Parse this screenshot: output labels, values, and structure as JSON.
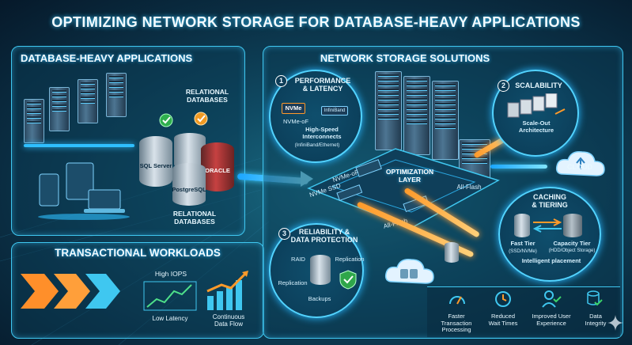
{
  "title": "OPTIMIZING NETWORK STORAGE FOR DATABASE-HEAVY APPLICATIONS",
  "left": {
    "heading": "DATABASE-HEAVY APPLICATIONS",
    "relational_top": "RELATIONAL\nDATABASES",
    "relational_bottom": "RELATIONAL\nDATABASES",
    "db_labels": [
      "SQL Server",
      "ORACLE",
      "PostgreSQL"
    ],
    "workloads": {
      "heading": "TRANSACTIONAL WORKLOADS",
      "high_iops": "High IOPS",
      "low_latency": "Low Latency",
      "continuous": "Continuous\nData Flow"
    }
  },
  "right": {
    "heading": "NETWORK STORAGE SOLUTIONS",
    "perf": {
      "number": "1",
      "title": "PERFORMANCE\n& LATENCY",
      "nvme": "NVMe",
      "infiniband": "InfiniBand",
      "nvmeof": "NVMe-oF",
      "interconnects": "High-Speed\nInterconnects",
      "sub": "(InfiniBand/Ethernet)"
    },
    "scal": {
      "number": "2",
      "title": "SCALABILITY",
      "sub": "Scale-Out\nArchitecture"
    },
    "rel": {
      "number": "3",
      "title": "RELIABILITY &\nDATA PROTECTION",
      "raid": "RAID",
      "replication_right": "Replication",
      "replication_left": "Replication",
      "backups": "Backups"
    },
    "center": {
      "layer": "OPTIMIZATION\nLAYER",
      "nvmeof": "NVMe-oF",
      "nvme_ssd": "NVMe SSD",
      "allflash_right": "All-Flash",
      "allflash_bottom": "All-Flash"
    },
    "cloud": "CLOUD",
    "caching": {
      "title": "CACHING\n& TIERING",
      "fast": "Fast Tier",
      "fast_sub": "(SSD/NVMe)",
      "capacity": "Capacity Tier",
      "capacity_sub": "(HDD/Object Storage)",
      "placement": "Intelligent placement"
    },
    "outcomes": [
      {
        "label": "Faster Transaction\nProcessing",
        "icon": "speedometer-icon"
      },
      {
        "label": "Reduced\nWait Times",
        "icon": "clock-icon"
      },
      {
        "label": "Improved User\nExperience",
        "icon": "user-check-icon"
      },
      {
        "label": "Data\nIntegrity",
        "icon": "database-check-icon"
      }
    ]
  },
  "colors": {
    "accent": "#3fc7f0",
    "orange": "#ff9a2a",
    "green": "#3bd46a"
  }
}
